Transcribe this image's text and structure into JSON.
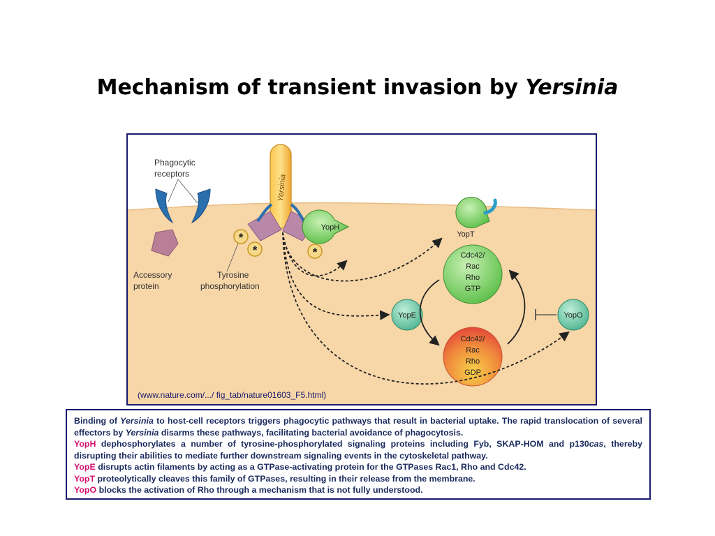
{
  "title": {
    "prefix": "Mechanism of transient invasion by ",
    "emph": "Yersinia"
  },
  "diagram": {
    "phagocytic_receptors": [
      "Phagocytic",
      "receptors"
    ],
    "accessory_protein": [
      "Accessory",
      "protein"
    ],
    "tyrosine_phosphorylation": [
      "Tyrosine",
      "phosphorylation"
    ],
    "yersinia": "Yersinia",
    "asterisk": "*",
    "yoph": "YopH",
    "yopt": "YopT",
    "yope": "YopE",
    "yopo": "YopO",
    "gtp_complex": [
      "Cdc42/",
      "Rac",
      "Rho",
      "GTP"
    ],
    "gdp_complex": [
      "Cdc42/",
      "Rac",
      "Rho",
      "GDP"
    ],
    "source": "(www.nature.com/.../ fig_tab/nature01603_F5.html)",
    "colors": {
      "membrane": "#f7d6a8",
      "receptor": "#2a6fae",
      "bacterium": "#f5b53c",
      "gtp": "#7ccf5e",
      "gdp": "#ef6a3a",
      "effector": "#5fc0a0"
    }
  },
  "caption": {
    "l1a": "Binding of ",
    "l1b": "Yersinia",
    "l1c": " to host-cell receptors triggers phagocytic pathways that result in bacterial uptake. The rapid translocation of several effectors by ",
    "l1d": "Yersinia",
    "l1e": " disarms these pathways, facilitating bacterial avoidance of phagocytosis.",
    "yoph": "YopH",
    "yoph_text_a": " dephosphorylates a number of tyrosine-phosphorylated signaling proteins including Fyb, SKAP-HOM and p130",
    "yoph_text_b": "cas",
    "yoph_text_c": ", thereby disrupting their abilities to mediate further downstream signaling events in the cytoskeletal pathway.",
    "yope": "YopE",
    "yope_text": " disrupts actin filaments by acting as a GTPase-activating protein for the GTPases Rac1, Rho and Cdc42.",
    "yopt": "YopT",
    "yopt_text": " proteolytically cleaves this family of GTPases, resulting in their release from the membrane.",
    "yopo": "YopO",
    "yopo_text": " blocks the activation of Rho through a mechanism that is not fully understood."
  }
}
